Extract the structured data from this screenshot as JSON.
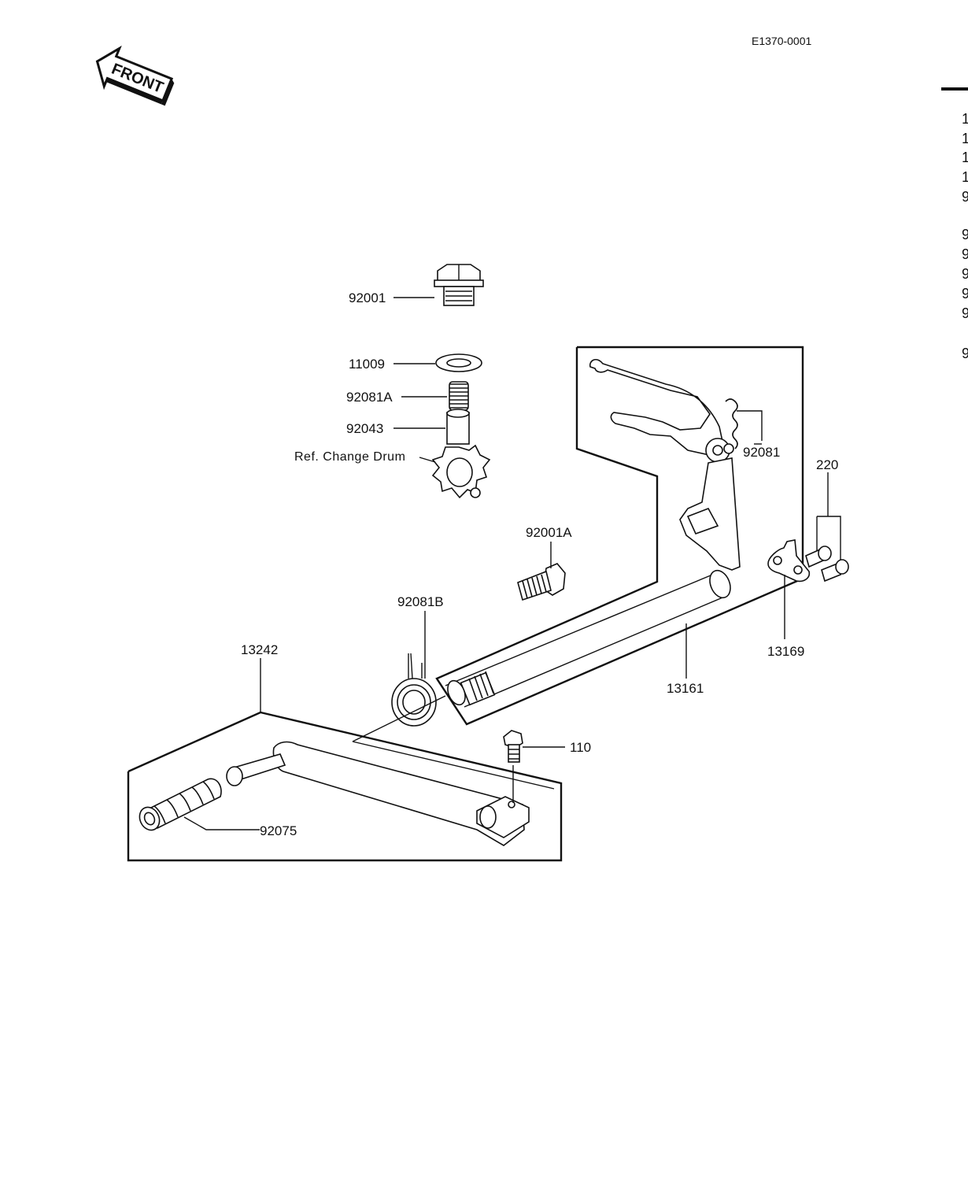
{
  "diagram_code": "E1370-0001",
  "front_label": "FRONT",
  "edge_fragments": [
    "1",
    "1",
    "1",
    "1",
    "9",
    "9",
    "9",
    "9",
    "9",
    "9",
    "9"
  ],
  "labels": {
    "p92001": "92001",
    "p11009": "11009",
    "p92081A": "92081A",
    "p92043": "92043",
    "ref_change_drum": "Ref. Change Drum",
    "p92081": "92081",
    "p220": "220",
    "p92001A": "92001A",
    "p92081B": "92081B",
    "p13169": "13169",
    "p13242": "13242",
    "p13161": "13161",
    "p110": "110",
    "p92075": "92075"
  }
}
